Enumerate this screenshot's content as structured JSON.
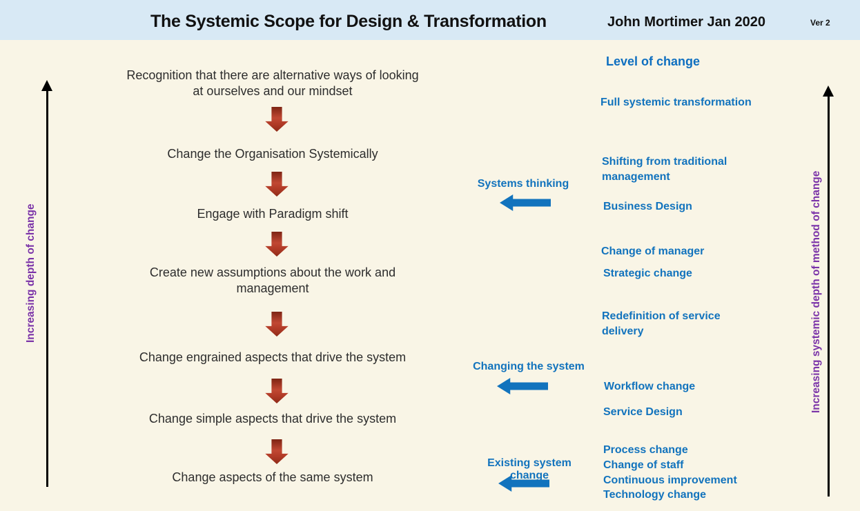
{
  "header": {
    "title": "The Systemic Scope for Design & Transformation",
    "author": "John Mortimer Jan 2020",
    "version": "Ver 2"
  },
  "axes": {
    "left": "Increasing depth of change",
    "right": "Increasing systemic depth of method of change"
  },
  "flow_steps": [
    "Recognition that there are alternative ways of looking at ourselves and our mindset",
    "Change the Organisation Systemically",
    "Engage with Paradigm shift",
    "Create new assumptions about the work and management",
    "Change engrained aspects that drive the system",
    "Change simple aspects that drive the system",
    "Change aspects of the same system"
  ],
  "method_labels": [
    "Systems thinking",
    "Changing the system",
    "Existing system change"
  ],
  "levels": {
    "heading": "Level of change",
    "items": [
      "Full systemic transformation",
      "Shifting from traditional management",
      "Business Design",
      "Change of manager",
      "Strategic change",
      "Redefinition of service delivery",
      "Workflow change",
      "Service Design",
      "Process change",
      "Change of staff",
      "Continuous improvement",
      "Technology change"
    ]
  },
  "colors": {
    "header_bg": "#d8e9f5",
    "body_bg": "#f9f5e6",
    "blue": "#1273bd",
    "purple": "#7a32a8",
    "red_arrow": "#b03a26",
    "black": "#000000"
  }
}
